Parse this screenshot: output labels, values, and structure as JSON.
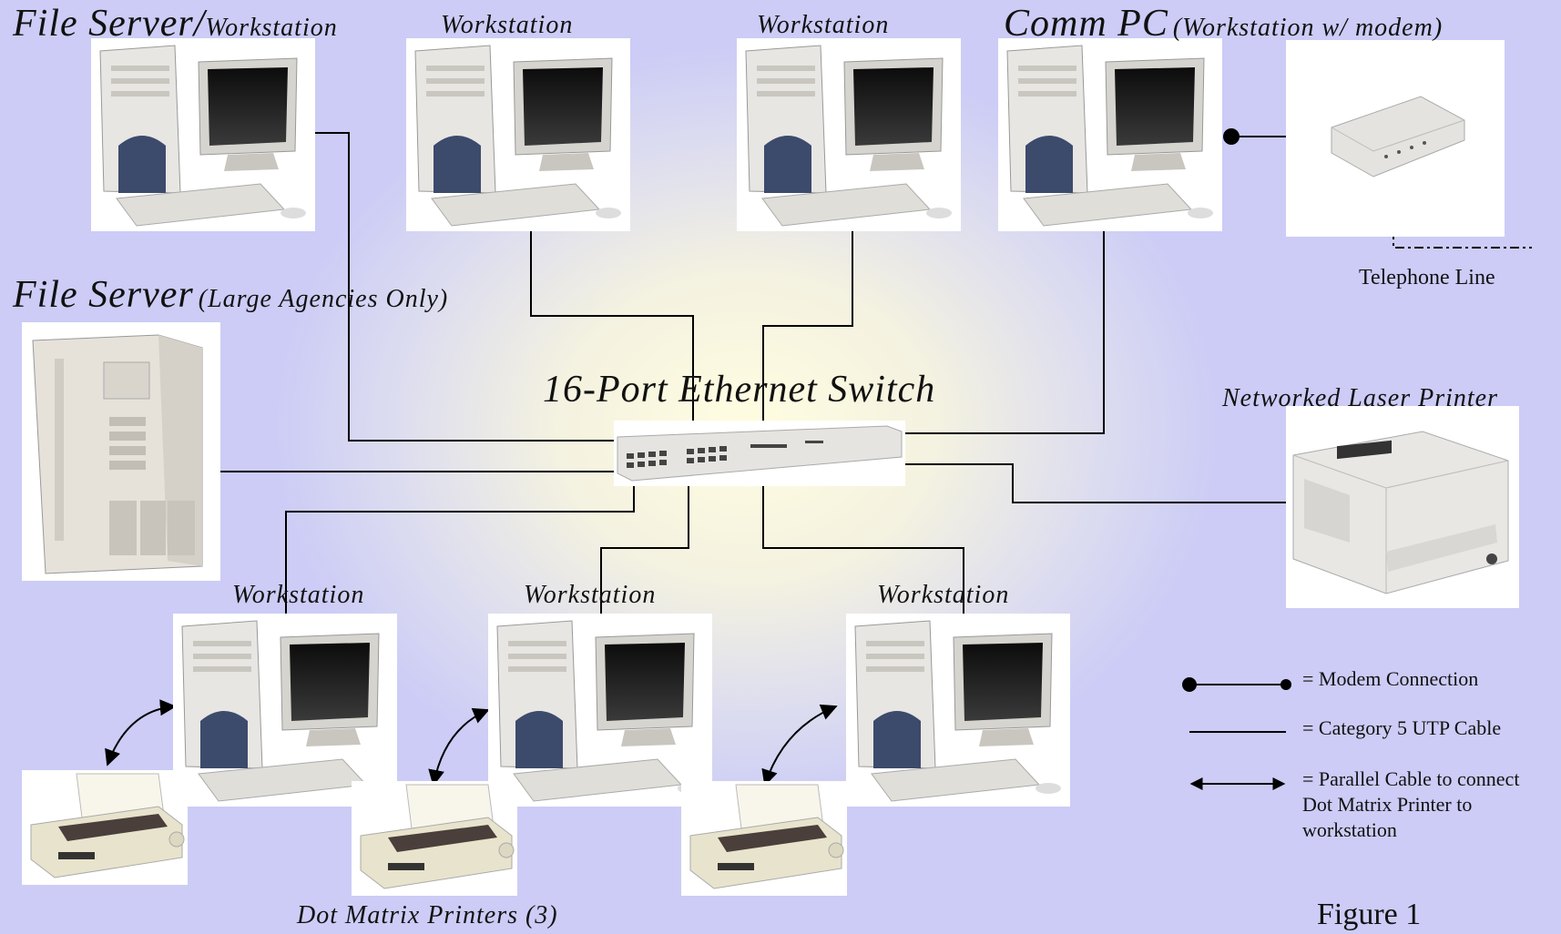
{
  "labels": {
    "file_server_ws_big": "File Server/",
    "file_server_ws_small": "Workstation",
    "ws_top_2": "Workstation",
    "ws_top_3": "Workstation",
    "comm_pc_big": "Comm PC",
    "comm_pc_small": "(Workstation w/ modem)",
    "file_server_big": "File Server",
    "file_server_small": "(Large Agencies Only)",
    "switch": "16-Port Ethernet Switch",
    "laser_printer": "Networked Laser Printer",
    "telephone_line": "Telephone Line",
    "ws_bottom_1": "Workstation",
    "ws_bottom_2": "Workstation",
    "ws_bottom_3": "Workstation",
    "dot_matrix": "Dot Matrix Printers (3)",
    "figure": "Figure 1"
  },
  "legend": {
    "modem": "= Modem Connection",
    "utp": "= Category 5 UTP Cable",
    "parallel": "= Parallel Cable to connect Dot Matrix Printer to workstation"
  },
  "icons": [
    "workstation-icon",
    "tower-server-icon",
    "ethernet-switch-icon",
    "modem-icon",
    "laser-printer-icon",
    "dot-matrix-printer-icon"
  ]
}
